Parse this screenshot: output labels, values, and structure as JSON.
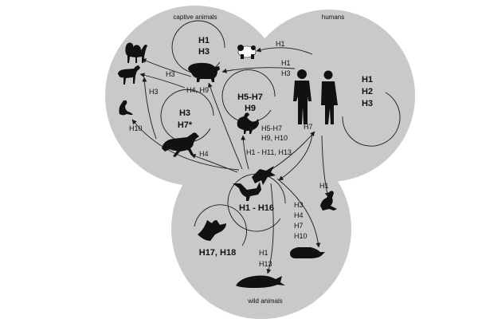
{
  "regions": {
    "captive": "captive animals",
    "humans": "humans",
    "wild": "wild animals"
  },
  "loops": {
    "captive_pig": [
      "H1",
      "H3"
    ],
    "captive_horse": [
      "H3",
      "H7*"
    ],
    "captive_chicken": [
      "H5-H7",
      "H9"
    ],
    "humans": [
      "H1",
      "H2",
      "H3"
    ],
    "wild_birds": "H1 - H16",
    "wild_bats": "H17, H18"
  },
  "transmission_labels": {
    "to_panda": "H1",
    "humans_to_pig": [
      "H1",
      "H3"
    ],
    "to_dog": "H3",
    "to_pig_from_birds": "H4, H9",
    "to_ferret": "H3",
    "to_mink": "H10",
    "to_horse": "H4",
    "to_chicken": [
      "H5-H7",
      "H9, H10"
    ],
    "to_humans": "H1 - H11, H13",
    "birds_to_humans": "H7",
    "to_sea_lion": "H1",
    "to_seal": [
      "H3",
      "H4",
      "H7",
      "H10"
    ],
    "to_whale": [
      "H1",
      "H13"
    ]
  }
}
